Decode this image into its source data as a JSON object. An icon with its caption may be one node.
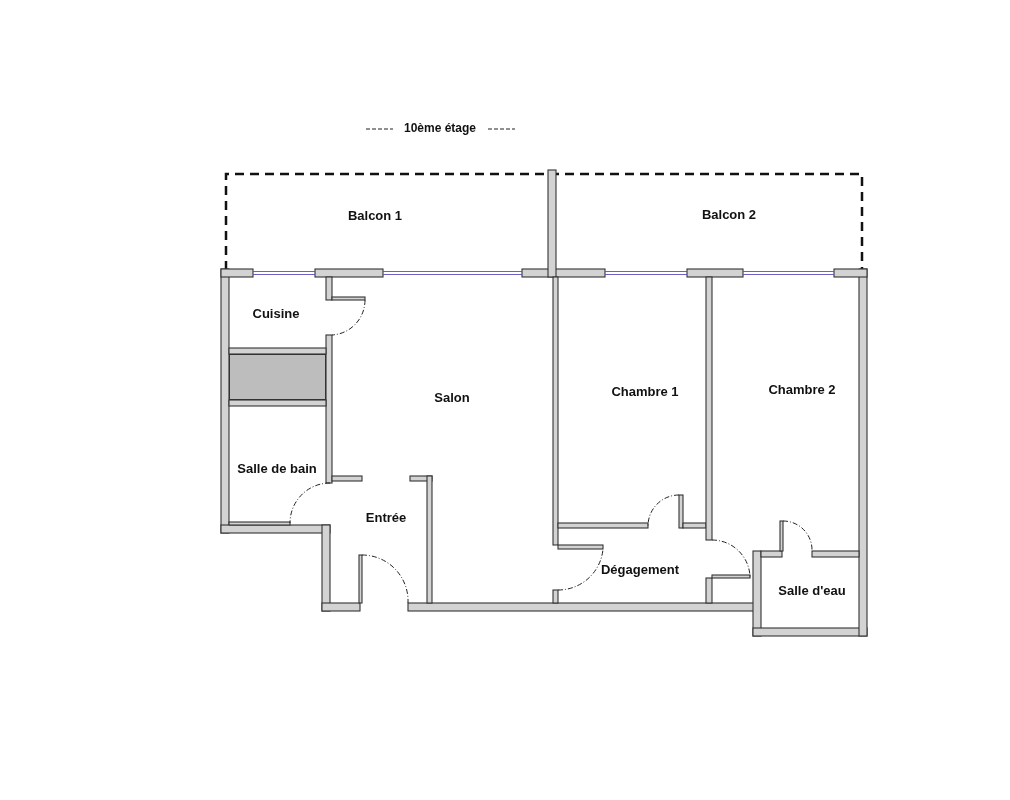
{
  "diagram": {
    "title": "10ème étage",
    "nodes": [
      {
        "text": [
          "Balcon 1"
        ]
      },
      {
        "text": [
          "Balcon 2"
        ]
      },
      {
        "text": [
          "Cuisine"
        ]
      },
      {
        "text": [],
        "shape": "box"
      },
      {
        "text": [
          "Salon"
        ]
      },
      {
        "text": [
          "Chambre 1"
        ]
      },
      {
        "text": [
          "Chambre 2"
        ]
      },
      {
        "text": [
          "Salle de bain"
        ]
      },
      {
        "text": [
          "Entrée"
        ]
      },
      {
        "text": [
          "Dégagement"
        ]
      },
      {
        "text": [
          "Salle d'eau"
        ]
      }
    ]
  }
}
